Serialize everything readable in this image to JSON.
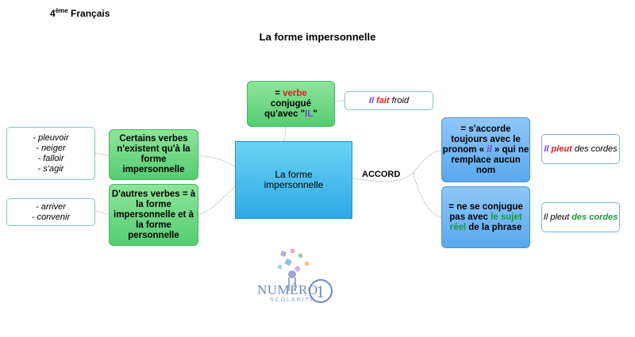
{
  "header": {
    "level_num": "4",
    "level_sup": "ème",
    "subject": "Français"
  },
  "title": "La forme impersonnelle",
  "center": {
    "text": "La forme impersonnelle"
  },
  "accord_label": "ACCORD",
  "top_node": {
    "eq": "= ",
    "verbe": "verbe",
    "line2": "conjugué",
    "line3a": "qu'avec \"",
    "il": "IL",
    "line3b": "\""
  },
  "top_example": {
    "il": "Il",
    "fait": "fait",
    "rest": " froid"
  },
  "left_nodes": [
    {
      "text": "Certains verbes n'existent qu'à la forme impersonnelle"
    },
    {
      "text": "D'autres verbes = à la forme impersonnelle et à la forme personnelle"
    }
  ],
  "left_notes": [
    {
      "lines": [
        "- pleuvoir",
        "- neiger",
        "- falloir",
        "- s'agir"
      ]
    },
    {
      "lines": [
        "- arriver",
        "- convenir"
      ]
    }
  ],
  "right_nodes": [
    {
      "a": "= s'accorde toujours avec le pronom « ",
      "il": "il",
      "b": " » qui ne remplace aucun nom"
    },
    {
      "a": "= ne se conjugue pas avec ",
      "sujet": "le sujet réel",
      "b": " de la phrase"
    }
  ],
  "right_notes": [
    {
      "il": "Il",
      "pleut": "pleut",
      "rest": " des cordes"
    },
    {
      "pre": "Il pleut ",
      "des_cordes": "des cordes"
    }
  ],
  "logo": {
    "text": "NUMÉRO",
    "sub": "SCOLARITÉ",
    "digit": "1"
  },
  "colors": {
    "green_node": "#55cd72",
    "blue_node": "#5aa8ee",
    "center": "#2fa9e6",
    "red": "#e02020",
    "purple": "#7a3fd6",
    "dark_green": "#1c9a3a"
  }
}
